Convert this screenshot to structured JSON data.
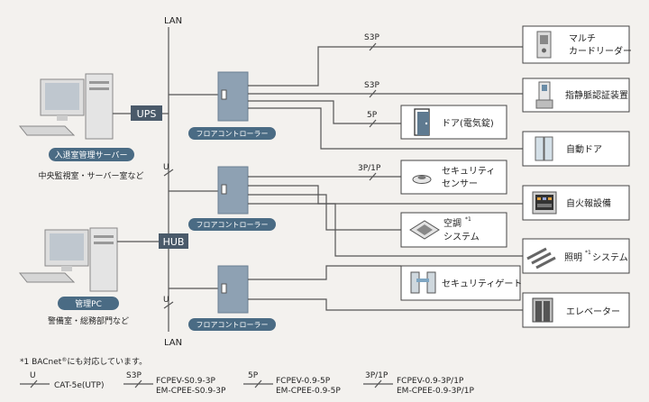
{
  "bus": {
    "top_label": "LAN",
    "bottom_label": "LAN",
    "ups_label": "UPS",
    "hub_label": "HUB"
  },
  "servers": [
    {
      "name": "入退室管理サーバー",
      "location": "中央監視室・サーバー室など"
    },
    {
      "name": "管理PC",
      "location": "警備室・総務部門など"
    }
  ],
  "controller_label": "フロアコントローラー",
  "cable_tags": {
    "u1": "U",
    "u2": "U",
    "s3p_1": "S3P",
    "s3p_2": "S3P",
    "p5": "5P",
    "p3p1p": "3P/1P"
  },
  "devices": [
    {
      "l1": "マルチ",
      "l2": "カードリーダー",
      "icon": "card-reader-icon"
    },
    {
      "l1": "指静脈認証装置",
      "l2": "",
      "icon": "finger-vein-icon"
    },
    {
      "l1": "ドア(電気錠)",
      "l2": "",
      "icon": "door-icon"
    },
    {
      "l1": "自動ドア",
      "l2": "",
      "icon": "auto-door-icon"
    },
    {
      "l1": "セキュリティ",
      "l2": "センサー",
      "icon": "sensor-icon"
    },
    {
      "l1": "自火報設備",
      "l2": "",
      "icon": "fire-alarm-icon"
    },
    {
      "l1": "空調",
      "sup": "*1",
      "l2": "システム",
      "icon": "hvac-icon"
    },
    {
      "l1": "照明",
      "sup": "*1",
      "l1b": " システム",
      "icon": "lighting-icon"
    },
    {
      "l1": "セキュリティゲート",
      "l2": "",
      "icon": "gate-icon"
    },
    {
      "l1": "エレベーター",
      "l2": "",
      "icon": "elevator-icon"
    }
  ],
  "footnote": {
    "prefix": "*1 BACnet",
    "reg": "®",
    "suffix": "にも対応しています。"
  },
  "legend": [
    {
      "code": "U",
      "desc1": "CAT-5e(UTP)",
      "desc2": ""
    },
    {
      "code": "S3P",
      "desc1": "FCPEV-S0.9-3P",
      "desc2": "EM-CPEE-S0.9-3P"
    },
    {
      "code": "5P",
      "desc1": "FCPEV-0.9-5P",
      "desc2": "EM-CPEE-0.9-5P"
    },
    {
      "code": "3P/1P",
      "desc1": "FCPEV-0.9-3P/1P",
      "desc2": "EM-CPEE-0.9-3P/1P"
    }
  ],
  "colors": {
    "controller": "#8ea1b3",
    "pill": "#4a6b84",
    "tag": "#4a5a6a",
    "line": "#555555"
  }
}
